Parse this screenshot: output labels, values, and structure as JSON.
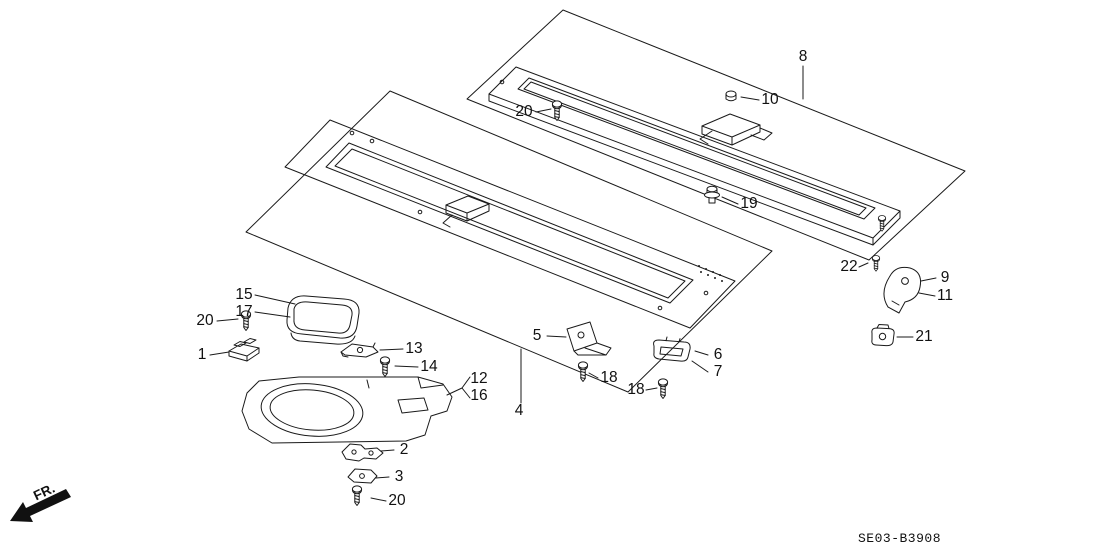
{
  "colors": {
    "background": "#ffffff",
    "line": "#1a1a1a"
  },
  "orientation": {
    "label": "FR."
  },
  "footer": {
    "diagram_code": "SE03-B3908"
  },
  "callouts": [
    {
      "part": "8"
    },
    {
      "part": "10"
    },
    {
      "part": "20"
    },
    {
      "part": "19"
    },
    {
      "part": "22"
    },
    {
      "part": "9"
    },
    {
      "part": "11"
    },
    {
      "part": "21"
    },
    {
      "part": "15"
    },
    {
      "part": "17"
    },
    {
      "part": "20"
    },
    {
      "part": "1"
    },
    {
      "part": "13"
    },
    {
      "part": "14"
    },
    {
      "part": "12"
    },
    {
      "part": "16"
    },
    {
      "part": "4"
    },
    {
      "part": "5"
    },
    {
      "part": "18"
    },
    {
      "part": "6"
    },
    {
      "part": "7"
    },
    {
      "part": "18"
    },
    {
      "part": "2"
    },
    {
      "part": "3"
    },
    {
      "part": "20"
    }
  ]
}
